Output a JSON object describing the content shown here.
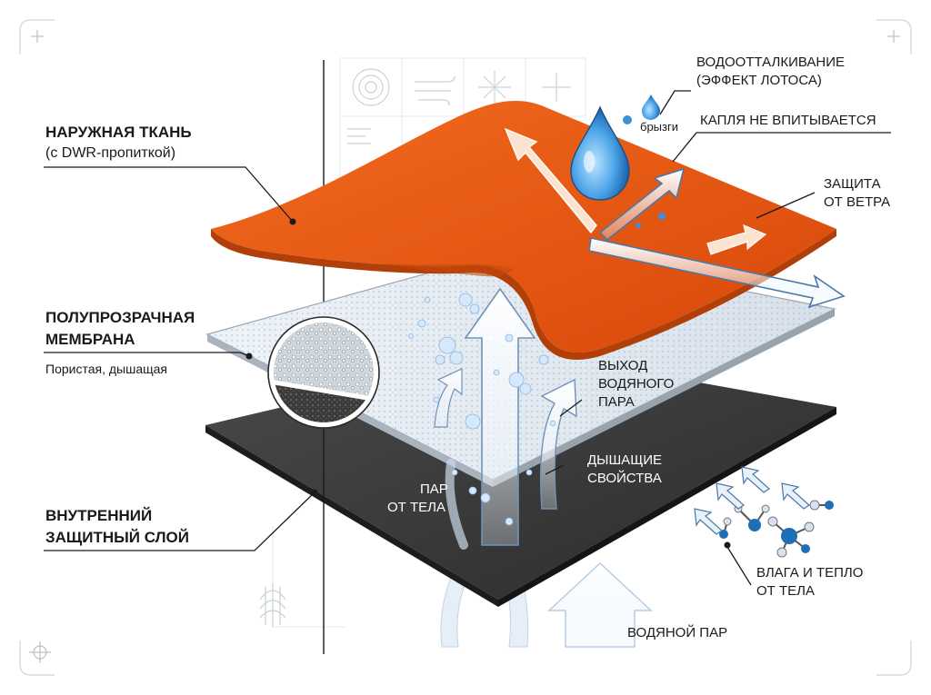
{
  "layers": {
    "outer": {
      "title": "НАРУЖНАЯ ТКАНЬ",
      "subtitle": "(с DWR-пропиткой)",
      "color": "#e8540a"
    },
    "membrane": {
      "title_line1": "ПОЛУПРОЗРАЧНАЯ",
      "title_line2": "МЕМБРАНА",
      "subtitle": "Пористая, дышащая",
      "color": "#e4ebf2"
    },
    "inner": {
      "title_line1": "ВНУТРЕННИЙ",
      "title_line2": "ЗАЩИТНЫЙ СЛОЙ",
      "color": "#3a3a3a"
    }
  },
  "callouts": {
    "repel_line1": "ВОДООТТАЛКИВАНИЕ",
    "repel_line2": "(ЭФФЕКТ ЛОТОСА)",
    "splashes": "брызги",
    "drop_not_absorbed": "КАПЛЯ НЕ ВПИТЫВАЕТСЯ",
    "wind_line1": "ЗАЩИТА",
    "wind_line2": "ОТ ВЕТРА",
    "vapor_out_line1": "ВЫХОД",
    "vapor_out_line2": "ВОДЯНОГО",
    "vapor_out_line3": "ПАРА",
    "breathable_line1": "ДЫШАЩИЕ",
    "breathable_line2": "СВОЙСТВА",
    "body_vapor_line1": "ПАР",
    "body_vapor_line2": "ОТ ТЕЛА",
    "moisture_heat_line1": "ВЛАГА И ТЕПЛО",
    "moisture_heat_line2": "ОТ ТЕЛА",
    "water_vapor": "ВОДЯНОЙ ПАР"
  },
  "icons": [
    "target-rings-icon",
    "wind-icon",
    "sparkle-icon",
    "plus-icon",
    "text-lines-icon",
    "molecule-icon",
    "water-drop-icon",
    "crosshair-icon",
    "field-lines-icon"
  ],
  "colors": {
    "drop": "#3d8fd6",
    "arrow_light": "#dbe9f5",
    "arrow_outline": "#4a78a8",
    "vapor_dots": "#c7defa",
    "molecule": "#1f6fb8"
  }
}
